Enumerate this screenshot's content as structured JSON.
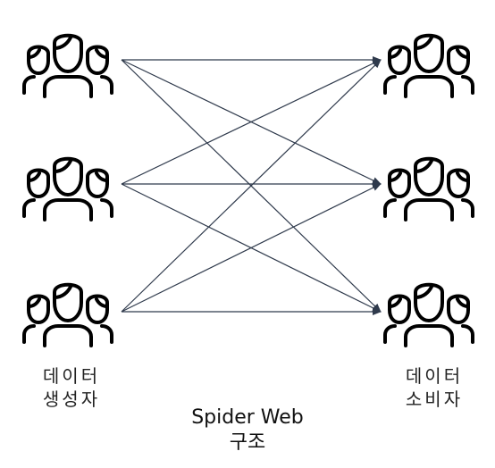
{
  "producers": {
    "label_line1": "데이터",
    "label_line2": "생성자",
    "icon": "people-group-icon",
    "count": 3
  },
  "consumers": {
    "label_line1": "데이터",
    "label_line2": "소비자",
    "icon": "people-group-icon",
    "count": 3
  },
  "caption": {
    "line1": "Spider Web",
    "line2": "구조"
  },
  "edges": "all-to-all",
  "colors": {
    "arrow": "#2f3a4c",
    "icon": "#000000",
    "background": "#ffffff"
  }
}
